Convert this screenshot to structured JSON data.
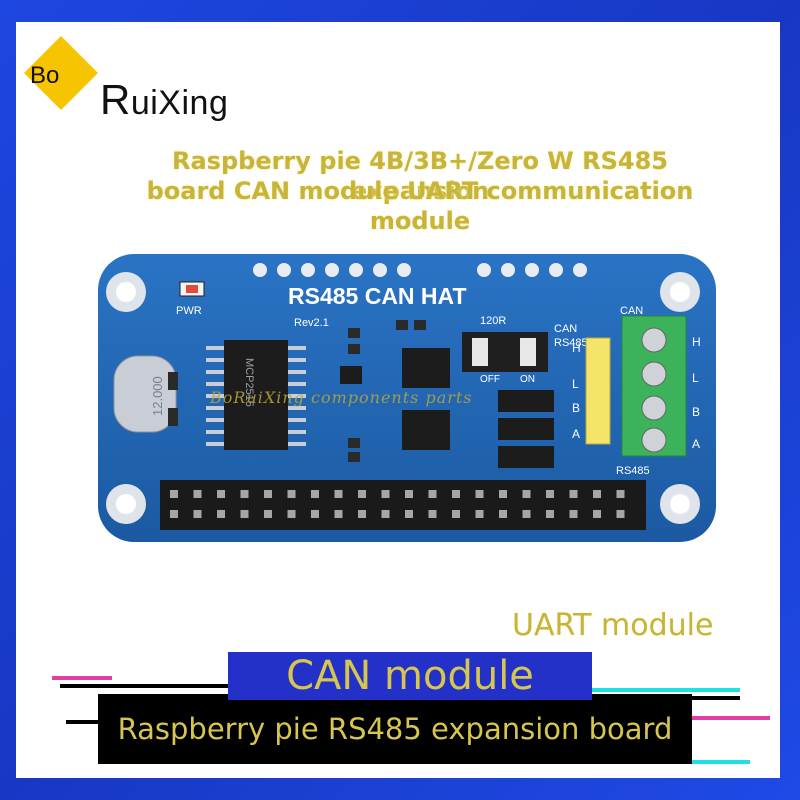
{
  "brand": {
    "prefix": "Bo",
    "initial": "R",
    "rest": "uiXing"
  },
  "headline": {
    "line1": "Raspberry pie 4B/3B+/Zero W RS485 expansion",
    "line2": "board CAN module UART communication module"
  },
  "board": {
    "title": "RS485 CAN HAT",
    "revision": "Rev2.1",
    "pwr_label": "PWR",
    "resistor_label": "120R",
    "switch_off": "OFF",
    "switch_on": "ON",
    "can_label": "CAN",
    "rs485_label": "RS485",
    "side_can": "CAN",
    "side_rs485": "RS485",
    "pins_left": [
      "H",
      "L",
      "B",
      "A"
    ],
    "terminal_labels": [
      "H",
      "L",
      "B",
      "A"
    ],
    "crystal": "12.000",
    "chip_main": "MCP2515",
    "colors": {
      "pcb": "#1f5fa8",
      "terminal": "#3cb35a",
      "header": "#2a2a2a"
    }
  },
  "watermark": "BoRuiXing components parts",
  "uart_label": "UART module",
  "can_label": "CAN module",
  "bottom_label": "Raspberry pie RS485 expansion board",
  "colors": {
    "frame": "#1a3fd6",
    "caption": "#c9b43a",
    "can_bar": "#2331c9"
  }
}
